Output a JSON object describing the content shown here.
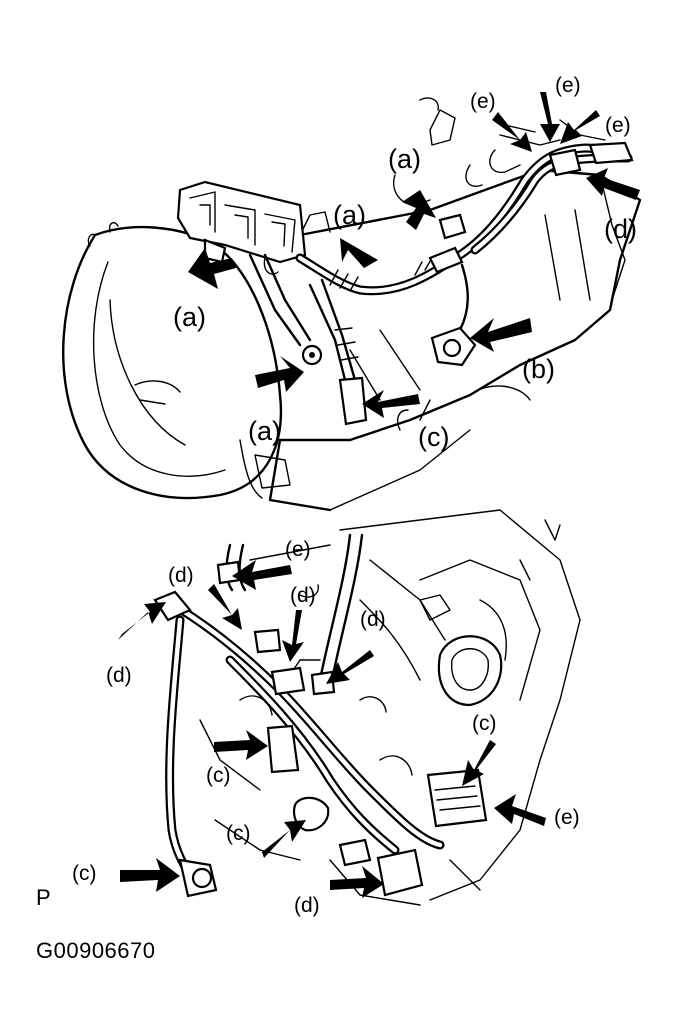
{
  "callouts": {
    "a": "(a)",
    "b": "(b)",
    "c": "(c)",
    "d": "(d)",
    "e": "(e)"
  },
  "view_label": "P",
  "figure_id": "G00906670"
}
